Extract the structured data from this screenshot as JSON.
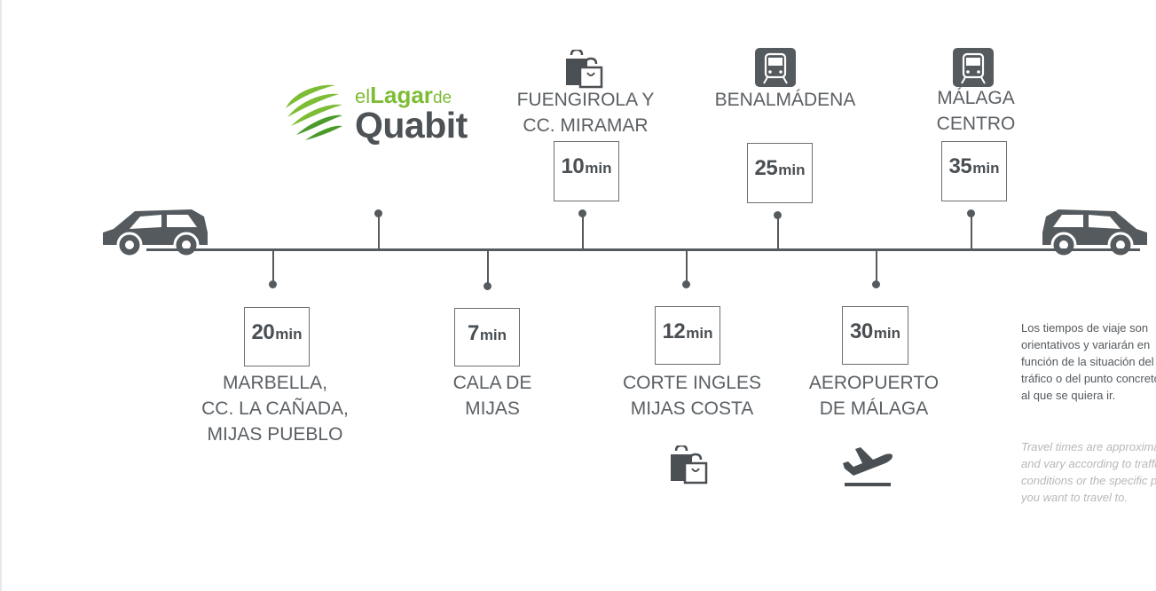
{
  "logo": {
    "el": "el",
    "lagar": "Lagar",
    "de": "de",
    "quabit": "Quabit"
  },
  "colors": {
    "line": "#555a5e",
    "brand_green": "#7dbd35",
    "text": "#5b6064",
    "note_en": "#b6b8ba"
  },
  "stops_above": [
    {
      "time": "10",
      "unit": "min",
      "place": "FUENGIROLA Y\nCC. MIRAMAR",
      "icon": "shopping-bag-icon"
    },
    {
      "time": "25",
      "unit": "min",
      "place": "BENALMÁDENA",
      "icon": "train-icon"
    },
    {
      "time": "35",
      "unit": "min",
      "place": "MÁLAGA\nCENTRO",
      "icon": "train-icon"
    }
  ],
  "stops_below": [
    {
      "time": "20",
      "unit": "min",
      "place": "MARBELLA,\nCC. LA CAÑADA,\nMIJAS PUEBLO"
    },
    {
      "time": "7",
      "unit": "min",
      "place": "CALA DE\nMIJAS"
    },
    {
      "time": "12",
      "unit": "min",
      "place": "CORTE INGLES\nMIJAS COSTA",
      "icon": "shopping-bag-icon"
    },
    {
      "time": "30",
      "unit": "min",
      "place": "AEROPUERTO\nDE MÁLAGA",
      "icon": "airplane-icon"
    }
  ],
  "note_es": [
    "Los tiempos de viaje son",
    "orientativos y variarán en",
    "función de la situación del",
    "tráfico o del punto concreto",
    "al que se quiera ir."
  ],
  "note_en": [
    "Travel times are approximate",
    "and vary according to traffic",
    "conditions or the specific place",
    "you want to travel to."
  ]
}
